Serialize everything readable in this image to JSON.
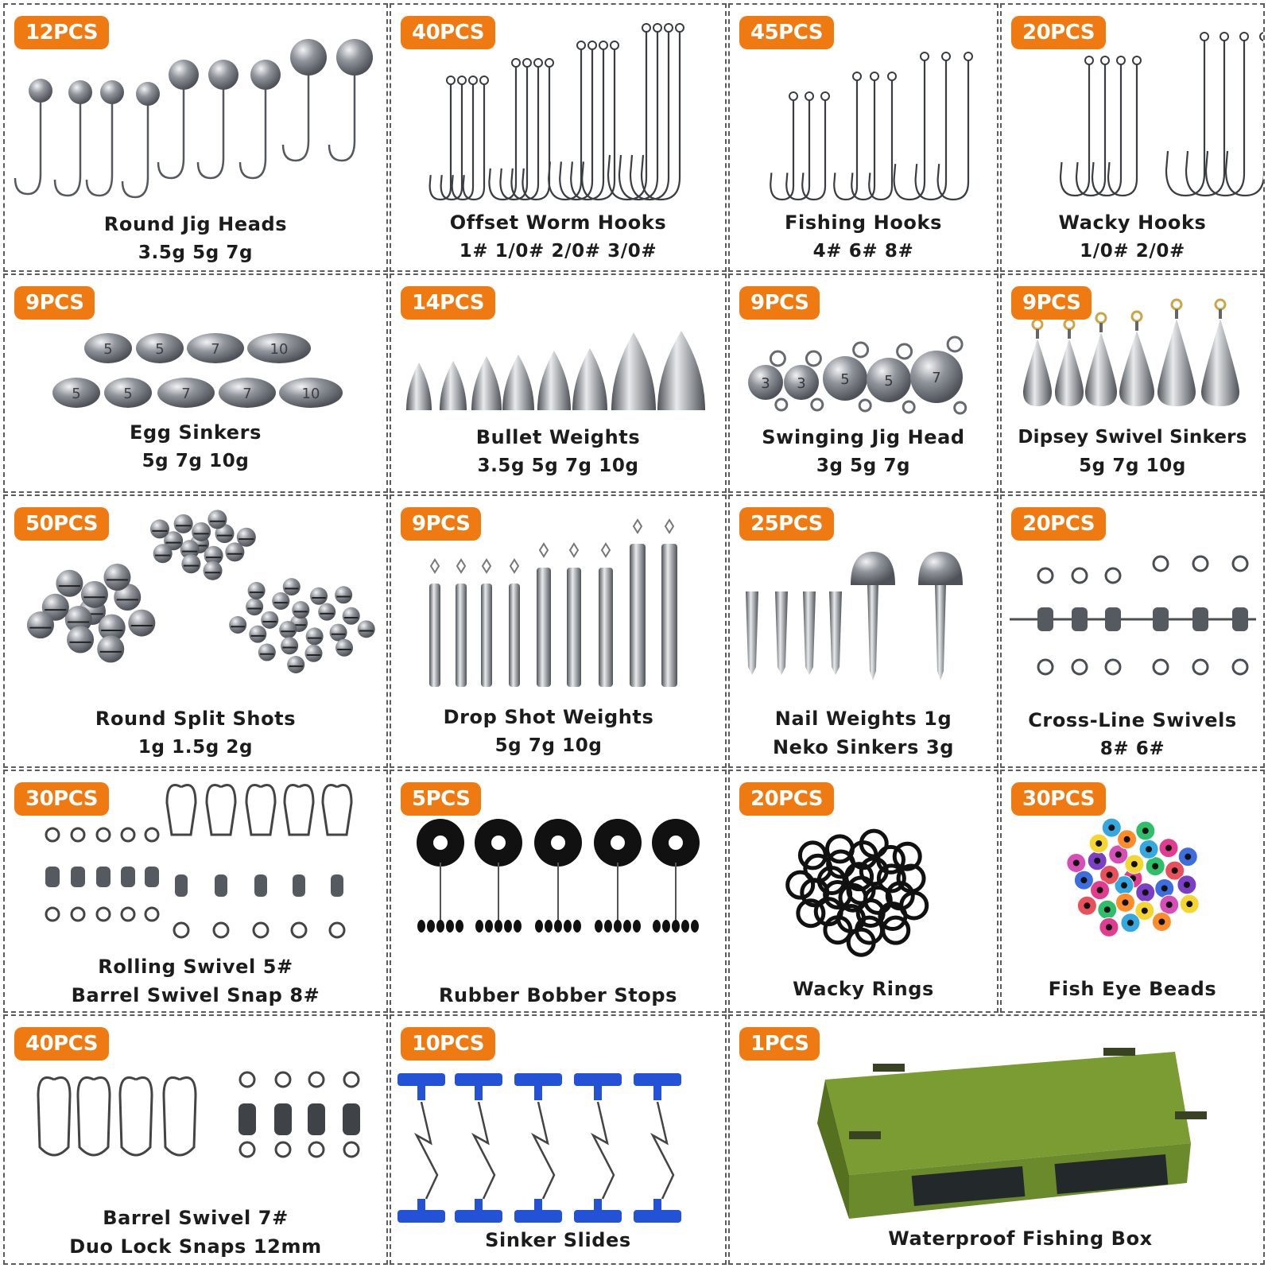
{
  "colors": {
    "badge": "#f07a12",
    "metal": "#8f939a",
    "metal_dark": "#4e5258",
    "rubber": "#111111",
    "slide_blue": "#2452d6",
    "box_green": "#6a8a2b"
  },
  "cells": [
    {
      "count": "12PCS",
      "name": "Round Jig Heads",
      "sizes": "3.5g  5g  7g",
      "icon": "jig-head-icon"
    },
    {
      "count": "40PCS",
      "name": "Offset Worm Hooks",
      "sizes": "1#  1/0#  2/0#  3/0#",
      "icon": "offset-hook-icon"
    },
    {
      "count": "45PCS",
      "name": "Fishing Hooks",
      "sizes": "4#  6#  8#",
      "icon": "fishing-hook-icon"
    },
    {
      "count": "20PCS",
      "name": "Wacky Hooks",
      "sizes": "1/0#  2/0#",
      "icon": "wacky-hook-icon"
    },
    {
      "count": "9PCS",
      "name": "Egg Sinkers",
      "sizes": "5g  7g  10g",
      "icon": "egg-sinker-icon",
      "marks": [
        "5",
        "5",
        "7",
        "10",
        "5",
        "5",
        "7",
        "7",
        "10"
      ]
    },
    {
      "count": "14PCS",
      "name": "Bullet Weights",
      "sizes": "3.5g  5g  7g  10g",
      "icon": "bullet-weight-icon"
    },
    {
      "count": "9PCS",
      "name": "Swinging Jig Head",
      "sizes": "3g  5g  7g",
      "icon": "swinging-jig-icon",
      "marks": [
        "3",
        "3",
        "5",
        "5",
        "7"
      ]
    },
    {
      "count": "9PCS",
      "name": "Dipsey Swivel Sinkers",
      "sizes": "5g  7g  10g",
      "icon": "dipsey-sinker-icon"
    },
    {
      "count": "50PCS",
      "name": "Round Split Shots",
      "sizes": "1g  1.5g  2g",
      "icon": "split-shot-icon"
    },
    {
      "count": "9PCS",
      "name": "Drop Shot Weights",
      "sizes": "5g  7g  10g",
      "icon": "drop-shot-icon"
    },
    {
      "count": "25PCS",
      "name": "Nail Weights  1g",
      "sizes": "Neko Sinkers  3g",
      "icon": "nail-weight-icon"
    },
    {
      "count": "20PCS",
      "name": "Cross-Line Swivels",
      "sizes": "8#  6#",
      "icon": "cross-swivel-icon"
    },
    {
      "count": "30PCS",
      "name": "Rolling Swivel  5#",
      "sizes": "Barrel Swivel Snap  8#",
      "icon": "rolling-swivel-icon"
    },
    {
      "count": "5PCS",
      "name": "Rubber Bobber Stops",
      "sizes": "",
      "icon": "bobber-stop-icon"
    },
    {
      "count": "20PCS",
      "name": "Wacky Rings",
      "sizes": "",
      "icon": "o-ring-icon"
    },
    {
      "count": "30PCS",
      "name": "Fish Eye Beads",
      "sizes": "",
      "icon": "eye-bead-icon"
    },
    {
      "count": "40PCS",
      "name": "Barrel Swivel  7#",
      "sizes": "Duo Lock Snaps 12mm",
      "icon": "duo-lock-snap-icon"
    },
    {
      "count": "10PCS",
      "name": "Sinker Slides",
      "sizes": "",
      "icon": "sinker-slide-icon"
    },
    {
      "count": "1PCS",
      "name": "Waterproof Fishing Box",
      "sizes": "",
      "icon": "tackle-box-icon"
    }
  ]
}
